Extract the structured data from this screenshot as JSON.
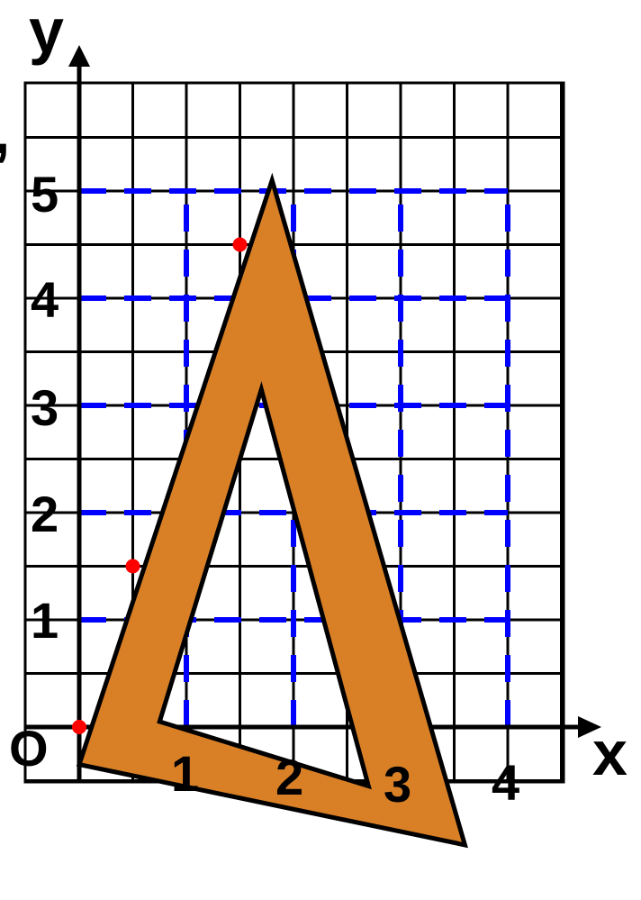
{
  "axes": {
    "x_label": "x",
    "y_label": "y",
    "origin_label": "O",
    "x_ticks": [
      "1",
      "2",
      "3",
      "4"
    ],
    "y_ticks": [
      "1",
      "2",
      "3",
      "4",
      "5"
    ],
    "stray_mark": ","
  },
  "colors": {
    "grid": "#000000",
    "dashed_grid": "#0000ff",
    "ruler_fill": "#d98026",
    "ruler_stroke": "#000000",
    "points": "#ff0000"
  },
  "chart_data": {
    "type": "diagram",
    "unit_cells_per_axis_unit": 2,
    "x_range": [
      0,
      4.5
    ],
    "y_range": [
      0,
      6
    ],
    "dashed_grid_lines": {
      "x": [
        1,
        2,
        3,
        4
      ],
      "y": [
        1,
        2,
        3,
        4,
        5
      ]
    },
    "triangle_ruler": {
      "outer": [
        [
          0,
          -0.35
        ],
        [
          1.8,
          5.1
        ],
        [
          3.6,
          -1.1
        ]
      ],
      "inner": [
        [
          0.75,
          0.05
        ],
        [
          1.7,
          3.15
        ],
        [
          2.7,
          -0.55
        ]
      ]
    },
    "red_points": [
      {
        "x": 0,
        "y": 0
      },
      {
        "x": 0.5,
        "y": 1.5
      },
      {
        "x": 1.5,
        "y": 4.5
      }
    ]
  }
}
